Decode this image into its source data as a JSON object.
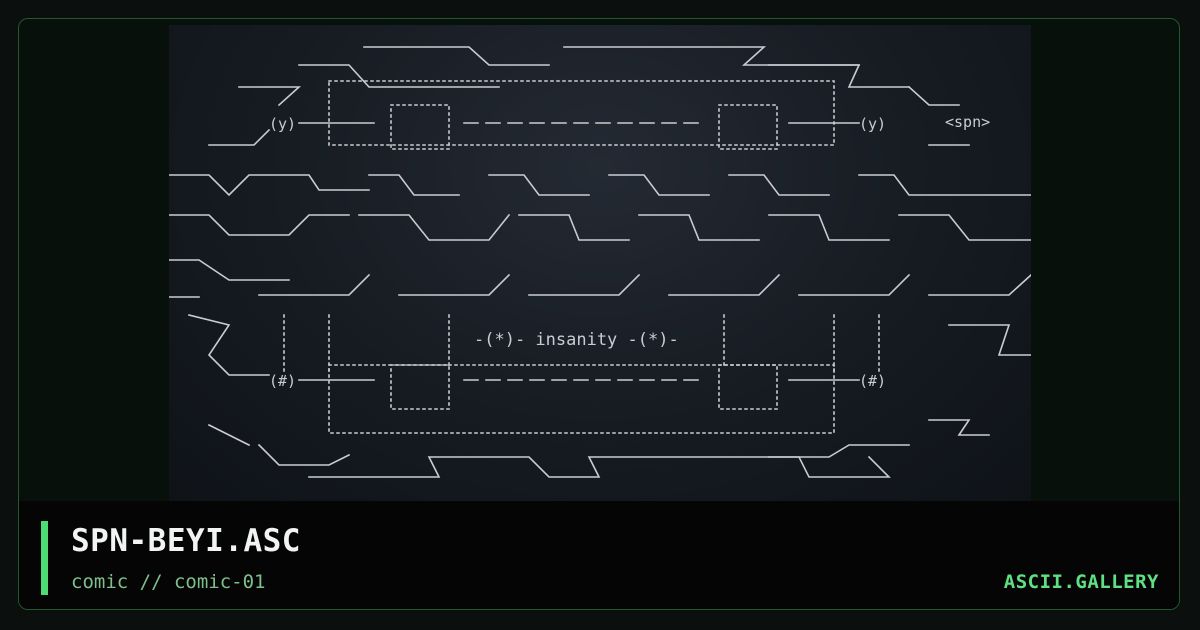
{
  "artwork": {
    "caption_text": "-(*)- insanity -(*)-",
    "signature_text": "<spn>",
    "corner_glyph_top": "(y)",
    "corner_glyph_bottom": "(#)"
  },
  "footer": {
    "title": "SPN-BEYI.ASC",
    "meta": "comic // comic-01",
    "brand": "ASCII.GALLERY"
  },
  "colors": {
    "page_background": "#0b0f0d",
    "frame_border": "#1f5a2e",
    "accent": "#4fdc74",
    "title": "#f2f4f3",
    "meta": "#7fbf8c",
    "brand": "#5ee083",
    "art_ink": "#c9cdd3"
  }
}
